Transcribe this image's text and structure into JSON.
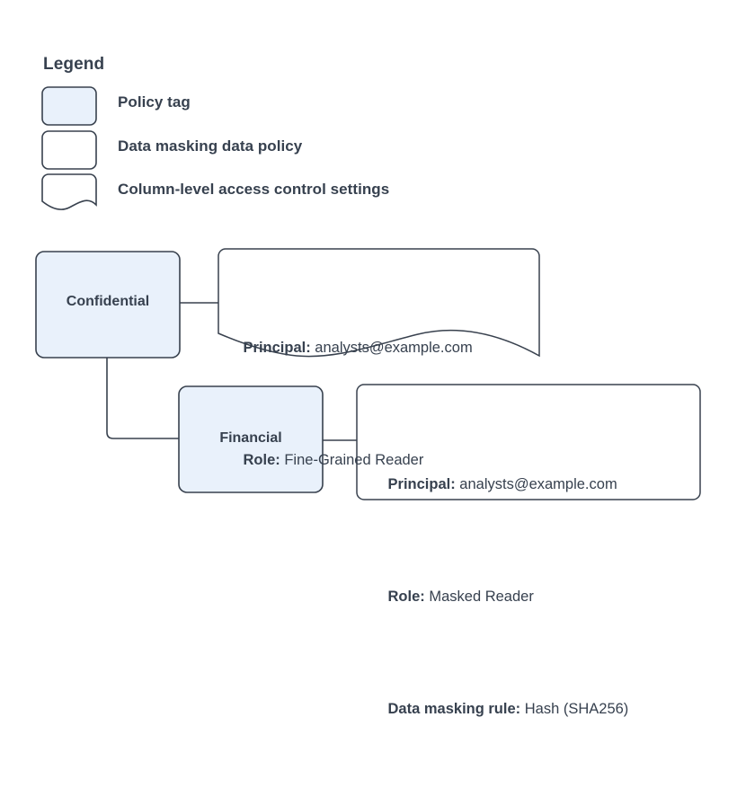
{
  "legend": {
    "title": "Legend",
    "items": [
      {
        "shape": "rounded-rect-filled",
        "swatch": "policy-tag-swatch",
        "label": "Policy tag"
      },
      {
        "shape": "rounded-rect-plain",
        "swatch": "data-masking-policy-swatch",
        "label": "Data masking data policy"
      },
      {
        "shape": "document-wavy",
        "swatch": "column-access-settings-swatch",
        "label": "Column-level access control settings"
      }
    ]
  },
  "diagram": {
    "nodes": [
      {
        "id": "confidential",
        "label": "Confidential",
        "kind": "policy-tag"
      },
      {
        "id": "financial",
        "label": "Financial",
        "kind": "policy-tag"
      }
    ],
    "details": [
      {
        "id": "confidential-detail",
        "shape": "document-wavy",
        "lines": [
          {
            "key": "Principal:",
            "value": " analysts@example.com"
          },
          {
            "key": "Role:",
            "value": " Fine-Grained Reader"
          }
        ]
      },
      {
        "id": "financial-detail",
        "shape": "rounded-rect-plain",
        "lines": [
          {
            "key": "Principal:",
            "value": " analysts@example.com"
          },
          {
            "key": "Role:",
            "value": " Masked Reader"
          },
          {
            "key": "Data masking rule:",
            "value": " Hash (SHA256)"
          }
        ]
      }
    ],
    "connectors": [
      {
        "from": "confidential",
        "to": "confidential-detail"
      },
      {
        "from": "confidential",
        "to": "financial"
      },
      {
        "from": "financial",
        "to": "financial-detail"
      }
    ]
  },
  "colors": {
    "policy_tag_fill": "#e9f1fb",
    "shape_stroke": "#38414e",
    "text": "#37414f",
    "background": "#ffffff",
    "plain_fill": "#ffffff"
  }
}
